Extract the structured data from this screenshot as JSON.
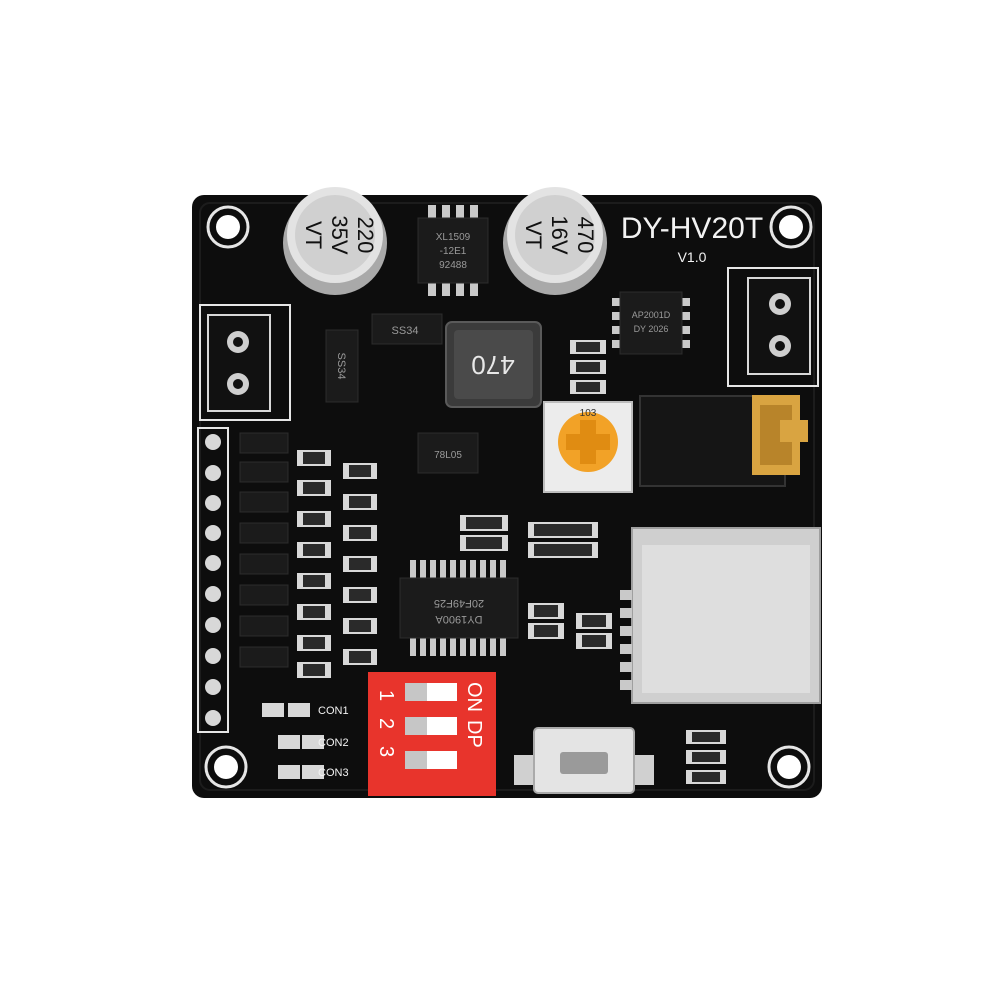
{
  "board": {
    "model": "DY-HV20T",
    "version": "V1.0"
  },
  "capacitors": [
    {
      "value": "220",
      "voltage": "35V",
      "series": "VT"
    },
    {
      "value": "470",
      "voltage": "16V",
      "series": "VT"
    }
  ],
  "chips": {
    "regulator": {
      "line1": "XL1509",
      "line2": "-12E1",
      "line3": "92488"
    },
    "inductor": "470",
    "diode": "SS34",
    "amp": {
      "line1": "AP2001D",
      "line2": "DY 2026"
    },
    "ldo": "78L05",
    "main": {
      "line1": "DY1900A",
      "line2": "20F49F25"
    },
    "trimmer": "103"
  },
  "dip_switch": {
    "on_label": "ON",
    "dp_label": "DP",
    "numbers": [
      "1",
      "2",
      "3"
    ]
  },
  "connector_labels": [
    "CON1",
    "CON2",
    "CON3"
  ],
  "colors": {
    "pcb": "#0d0d0d",
    "silkscreen": "#f2f2f2",
    "dip_switch": "#e8342c",
    "trimmer": "#f2a227",
    "sd_slot": "#d4d4d4"
  }
}
